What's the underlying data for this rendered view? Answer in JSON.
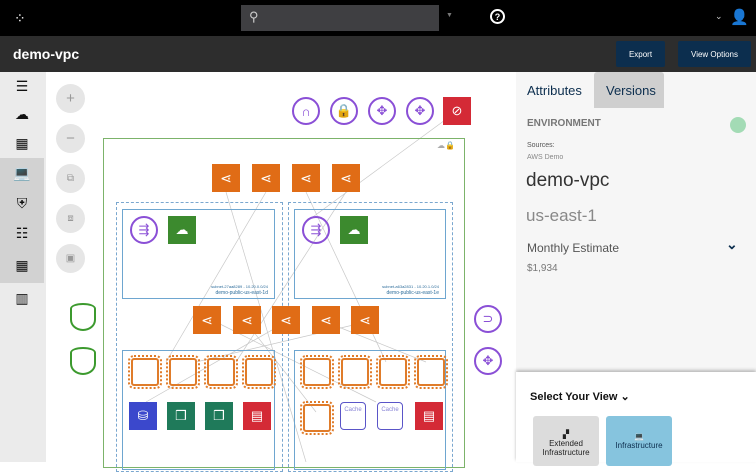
{
  "topbar": {
    "search_placeholder": "",
    "icons": [
      "logo-icon",
      "search-icon",
      "caret-down-icon",
      "help-icon",
      "chevron-down-icon",
      "user-icon"
    ]
  },
  "header": {
    "title": "demo-vpc",
    "export_label": "Export",
    "view_options_label": "View Options"
  },
  "sidebar": {
    "items": [
      "menu-icon",
      "cloud-download-icon",
      "apps-icon",
      "laptop-icon",
      "shield-icon",
      "list-icon",
      "grid-icon",
      "chart-icon"
    ]
  },
  "canvas": {
    "zoom_in": "+",
    "zoom_out": "−",
    "subnets": [
      {
        "id": "subnet-27aa8289 - 10.20.0.0/24",
        "name": "demo-public-us-east-1d"
      },
      {
        "id": "subnet-a63a2831 - 10.20.1.0/24",
        "name": "demo-public-us-east-1e"
      }
    ],
    "cache_label": "Cache"
  },
  "panel": {
    "tabs": [
      {
        "label": "Attributes",
        "active": true
      },
      {
        "label": "Versions",
        "active": false
      }
    ],
    "section": "ENVIRONMENT",
    "status_color": "#a3dbb5",
    "sources_label": "Sources:",
    "sources_value": "AWS Demo",
    "name": "demo-vpc",
    "region": "us-east-1",
    "estimate_label": "Monthly Estimate",
    "estimate_value": "$1,934"
  },
  "view_select": {
    "title": "Select Your View",
    "options": [
      {
        "label": "Extended Infrastructure",
        "active": false
      },
      {
        "label": "Infrastructure",
        "active": true
      }
    ]
  }
}
